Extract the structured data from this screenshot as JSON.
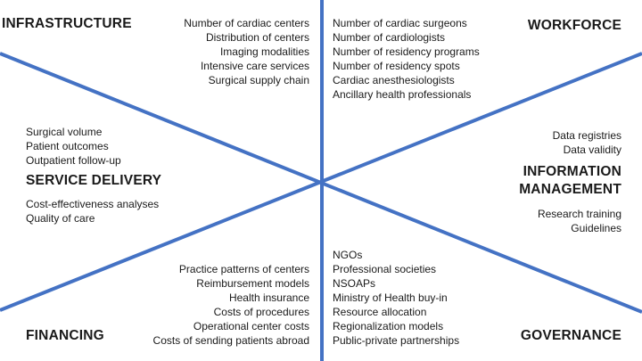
{
  "colors": {
    "line": "#4472C4",
    "text": "#1a1a1a"
  },
  "infrastructure": {
    "title": "INFRASTRUCTURE",
    "items": [
      "Number of cardiac centers",
      "Distribution of centers",
      "Imaging modalities",
      "Intensive care services",
      "Surgical supply chain"
    ]
  },
  "workforce": {
    "title": "WORKFORCE",
    "items": [
      "Number of cardiac surgeons",
      "Number of cardiologists",
      "Number of residency programs",
      "Number of residency spots",
      "Cardiac anesthesiologists",
      "Ancillary health professionals"
    ]
  },
  "service_delivery": {
    "title": "SERVICE DELIVERY",
    "items_above": [
      "Surgical volume",
      "Patient outcomes",
      "Outpatient follow-up"
    ],
    "items_below": [
      "Cost-effectiveness analyses",
      "Quality of care"
    ]
  },
  "information_management": {
    "title_line1": "INFORMATION",
    "title_line2": "MANAGEMENT",
    "items_above": [
      "Data registries",
      "Data validity"
    ],
    "items_below": [
      "Research training",
      "Guidelines"
    ]
  },
  "financing": {
    "title": "FINANCING",
    "items": [
      "Practice patterns of centers",
      "Reimbursement models",
      "Health insurance",
      "Costs of procedures",
      "Operational center costs",
      "Costs of sending patients abroad"
    ]
  },
  "governance": {
    "title": "GOVERNANCE",
    "items": [
      "NGOs",
      "Professional societies",
      "NSOAPs",
      "Ministry of Health buy-in",
      "Resource allocation",
      "Regionalization models",
      "Public-private partnerships"
    ]
  }
}
